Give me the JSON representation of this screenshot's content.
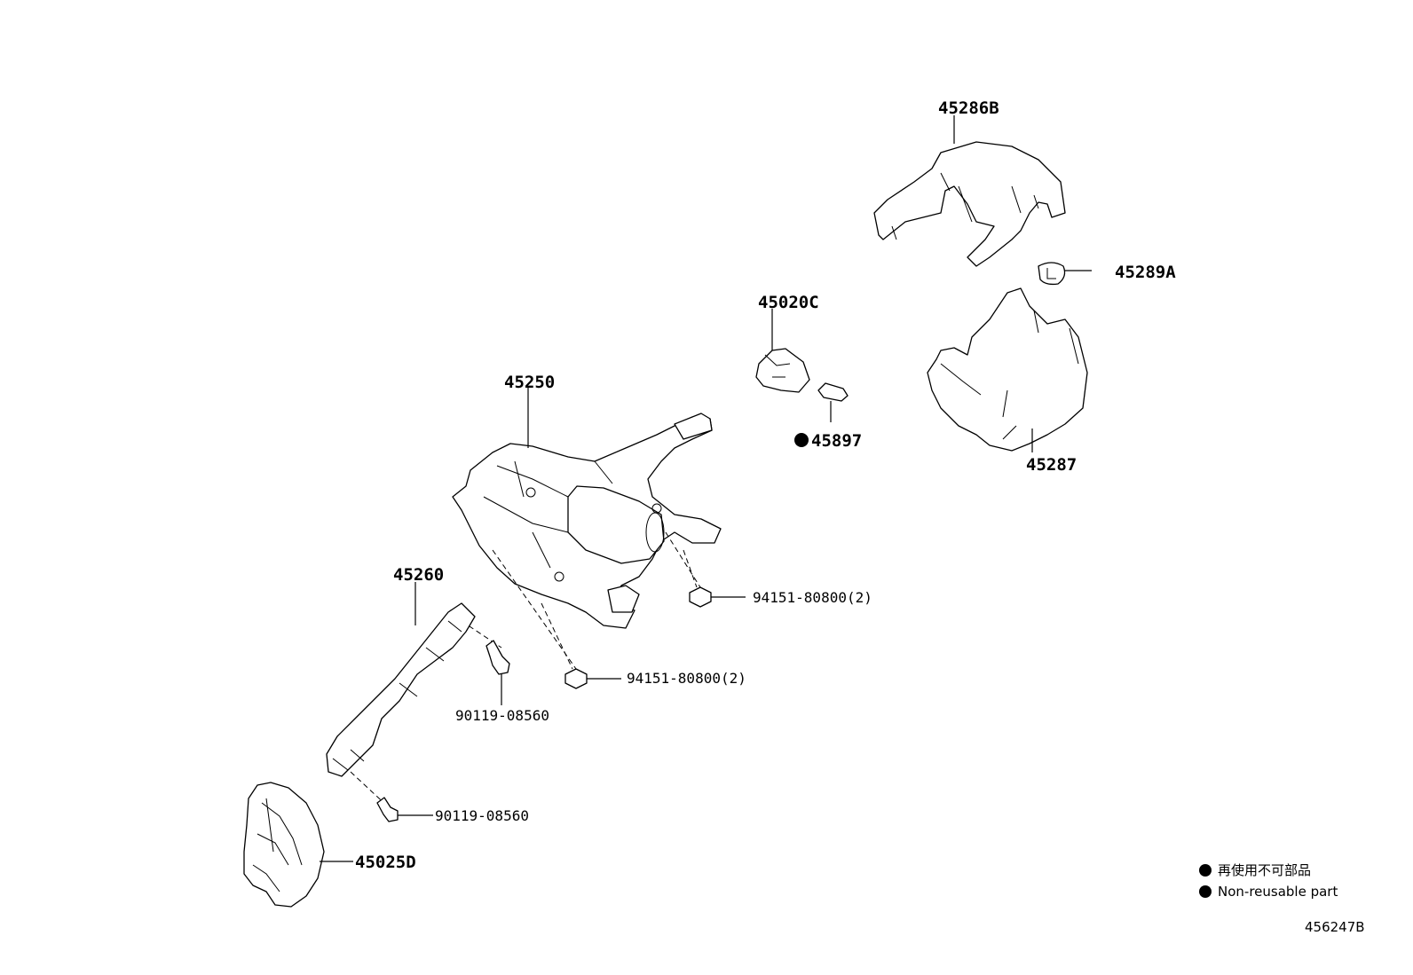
{
  "diagram": {
    "parts": {
      "p45286B": "45286B",
      "p45289A": "45289A",
      "p45020C": "45020C",
      "p45897": "45897",
      "p45287": "45287",
      "p45250": "45250",
      "p94151_a": "94151-80800(2)",
      "p94151_b": "94151-80800(2)",
      "p45260": "45260",
      "p90119_a": "90119-08560",
      "p90119_b": "90119-08560",
      "p45025D": "45025D"
    },
    "legend": {
      "jp": "再使用不可部品",
      "en": "Non-reusable part"
    },
    "figure_number": "456247B"
  }
}
